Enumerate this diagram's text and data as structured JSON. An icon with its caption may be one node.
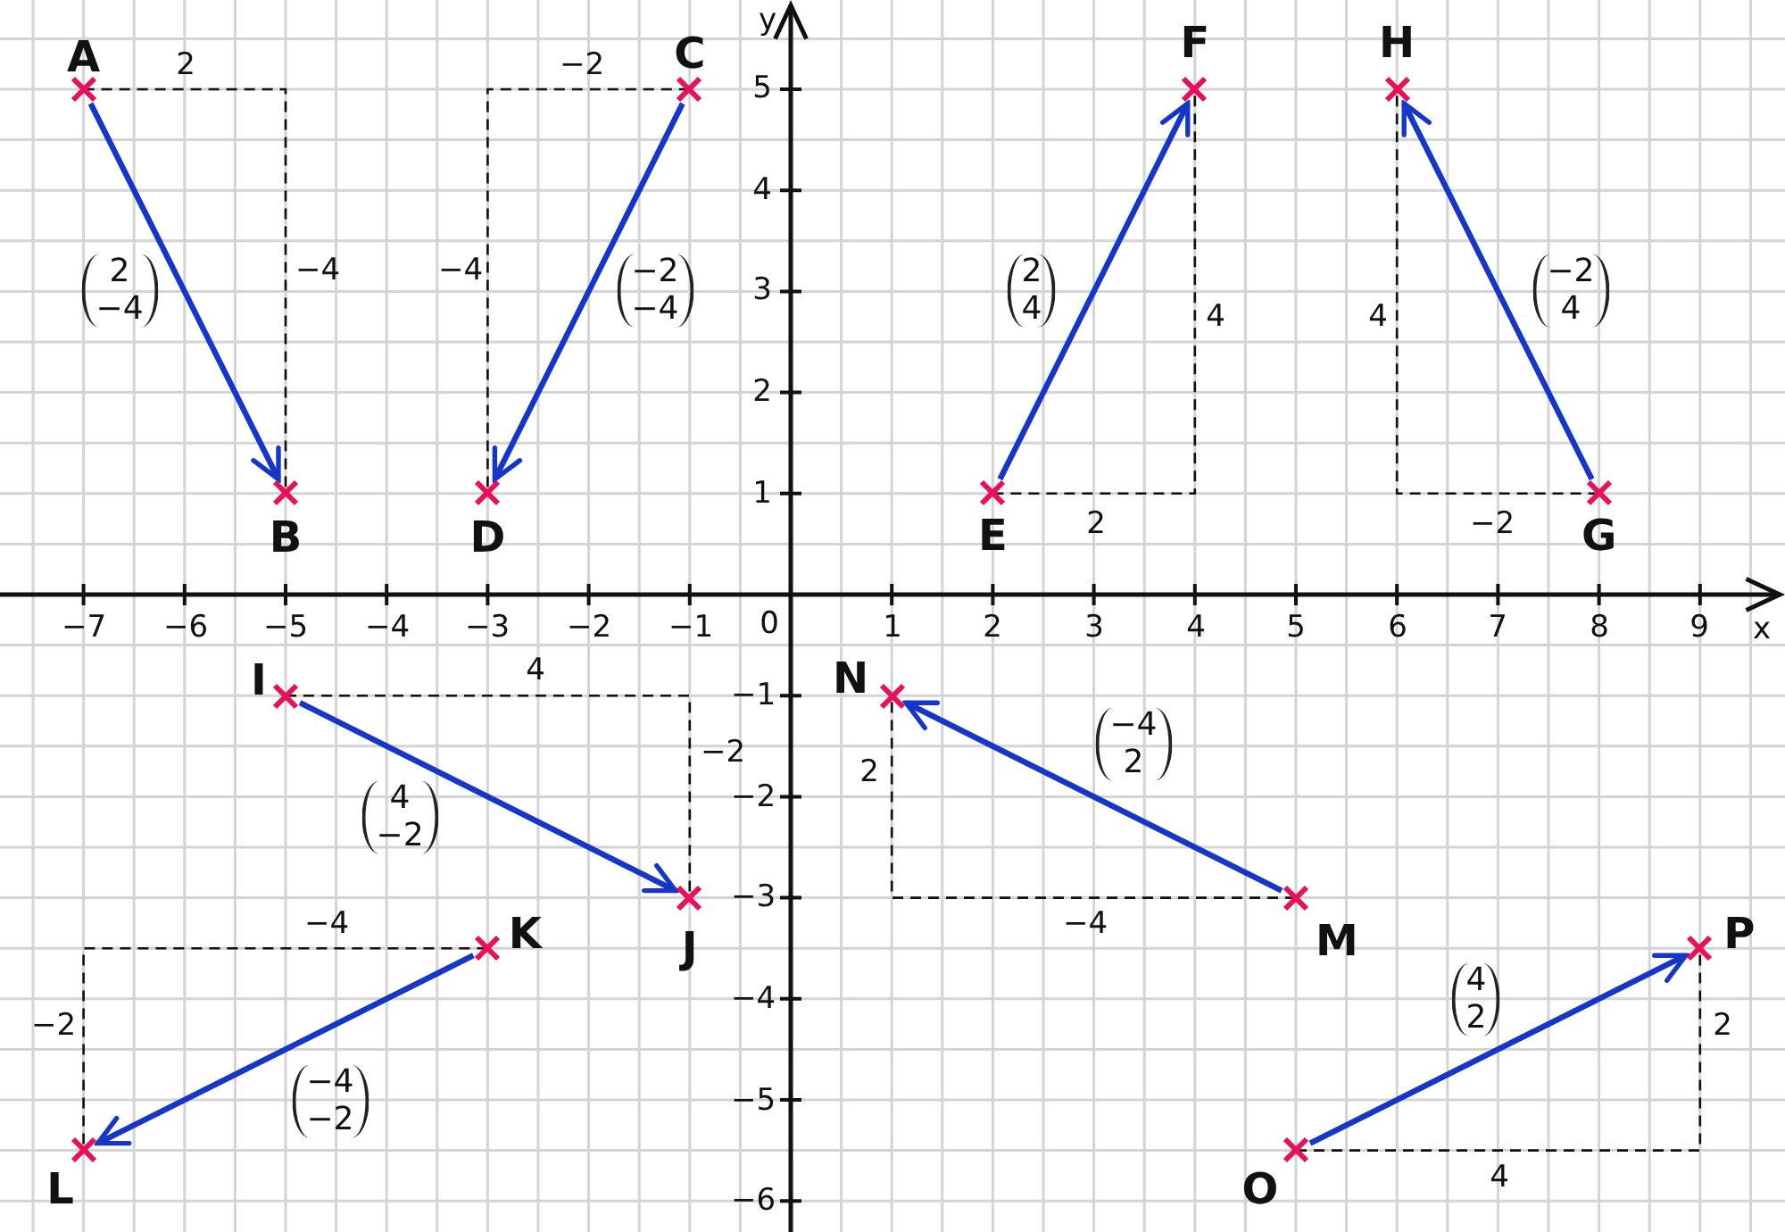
{
  "diagram": {
    "nodes": [
      {
        "text": [],
        "shape": "cross",
        "beside": [
          "A"
        ]
      },
      {
        "text": [],
        "shape": "cross",
        "beside": [
          "B"
        ]
      },
      {
        "text": [],
        "shape": "cross",
        "beside": [
          "C"
        ]
      },
      {
        "text": [],
        "shape": "cross",
        "beside": [
          "D"
        ]
      },
      {
        "text": [],
        "shape": "cross",
        "beside": [
          "E"
        ]
      },
      {
        "text": [],
        "shape": "cross",
        "beside": [
          "F"
        ]
      },
      {
        "text": [],
        "shape": "cross",
        "beside": [
          "G"
        ]
      },
      {
        "text": [],
        "shape": "cross",
        "beside": [
          "H"
        ]
      },
      {
        "text": [],
        "shape": "cross",
        "beside": [
          "I"
        ]
      },
      {
        "text": [],
        "shape": "cross",
        "beside": [
          "J"
        ]
      },
      {
        "text": [],
        "shape": "cross",
        "beside": [
          "K"
        ]
      },
      {
        "text": [],
        "shape": "cross",
        "beside": [
          "L"
        ]
      },
      {
        "text": [],
        "shape": "cross",
        "beside": [
          "M"
        ]
      },
      {
        "text": [],
        "shape": "cross",
        "beside": [
          "N"
        ]
      },
      {
        "text": [],
        "shape": "cross",
        "beside": [
          "O"
        ]
      },
      {
        "text": [],
        "shape": "cross",
        "beside": [
          "P"
        ]
      }
    ],
    "edges": [
      {
        "from": 0,
        "to": 1,
        "arrow": "to",
        "label": "2 −4"
      },
      {
        "from": 2,
        "to": 3,
        "arrow": "to",
        "label": "−2 −4"
      },
      {
        "from": 4,
        "to": 5,
        "arrow": "to",
        "label": "2 4"
      },
      {
        "from": 6,
        "to": 7,
        "arrow": "to",
        "label": "−2 4"
      },
      {
        "from": 8,
        "to": 9,
        "arrow": "to",
        "label": "4 −2"
      },
      {
        "from": 10,
        "to": 11,
        "arrow": "to",
        "label": "−4 −2"
      },
      {
        "from": 12,
        "to": 13,
        "arrow": "to",
        "label": "−4 2"
      },
      {
        "from": 14,
        "to": 15,
        "arrow": "to",
        "label": "4 2"
      }
    ],
    "labels": [
      "y",
      "2",
      "−2",
      "5",
      "4",
      "−4",
      "−4",
      "3",
      "4",
      "4",
      "2",
      "1",
      "2",
      "−2",
      "−7",
      "−6",
      "−5",
      "−4",
      "−3",
      "−2",
      "−1",
      "0",
      "1",
      "2",
      "3",
      "4",
      "5",
      "6",
      "7",
      "8",
      "9",
      "x",
      "4",
      "−1",
      "−2",
      "2",
      "−2",
      "−3",
      "−4",
      "−4",
      "−4",
      "−2",
      "2",
      "−5",
      "4",
      "−6"
    ]
  }
}
